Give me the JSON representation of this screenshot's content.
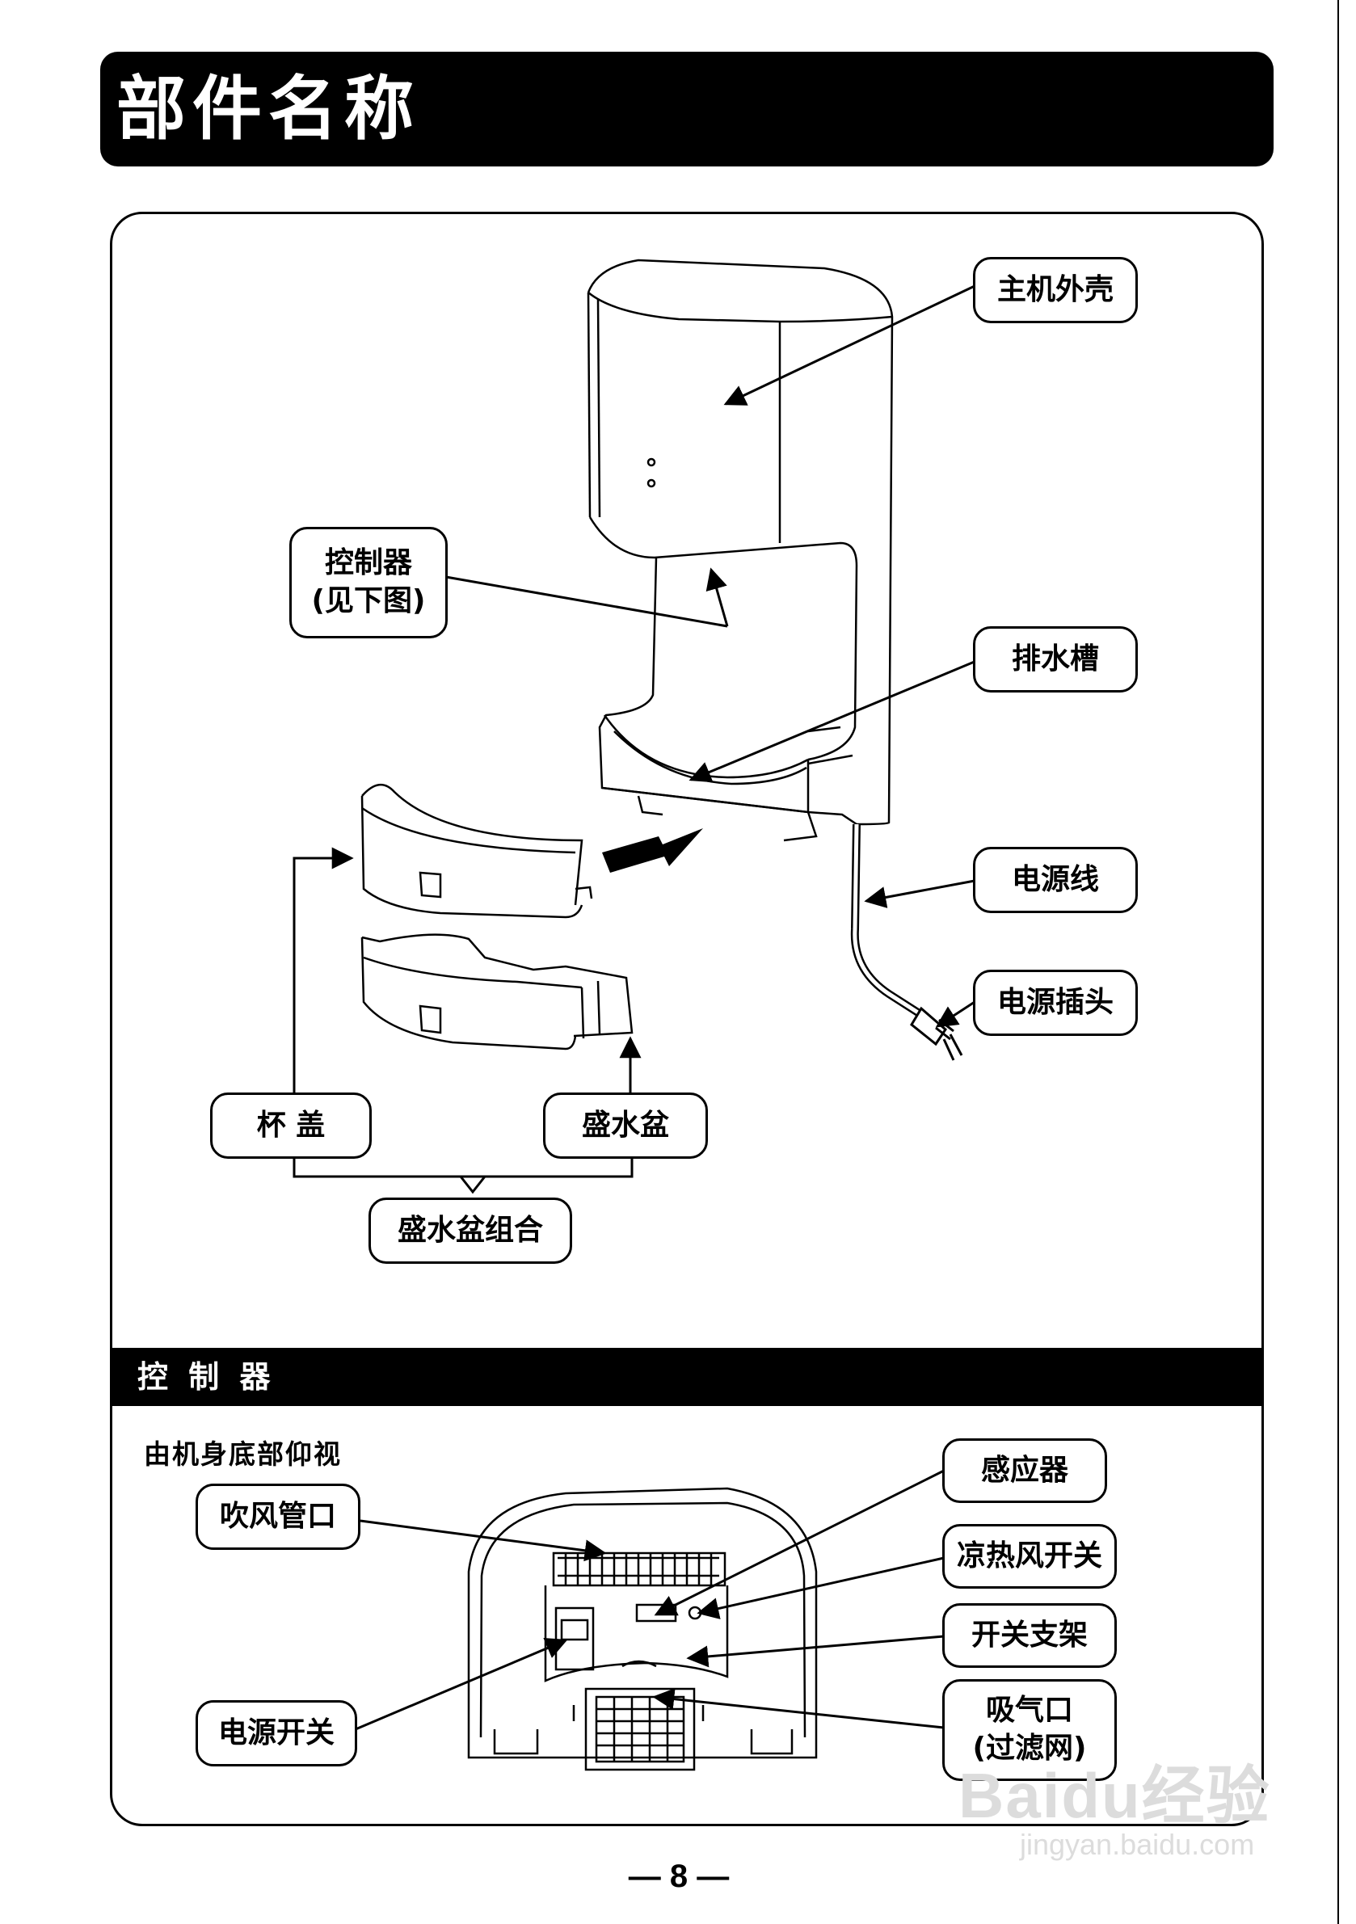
{
  "page": {
    "title": "部件名称",
    "page_number": "— 8 —"
  },
  "main_diagram": {
    "labels": {
      "housing": "主机外壳",
      "controller_line1": "控制器",
      "controller_line2": "(见下图)",
      "drain_channel": "排水槽",
      "power_cord": "电源线",
      "power_plug": "电源插头",
      "cup_lid": "杯 盖",
      "water_basin": "盛水盆",
      "basin_assembly": "盛水盆组合"
    }
  },
  "controller_section": {
    "heading": "控 制 器",
    "subtitle": "由机身底部仰视",
    "labels": {
      "blower_outlet": "吹风管口",
      "sensor": "感应器",
      "hot_cold_switch": "凉热风开关",
      "switch_bracket": "开关支架",
      "air_inlet_line1": "吸气口",
      "air_inlet_line2": "(过滤网)",
      "power_switch": "电源开关"
    }
  },
  "watermark": {
    "brand": "Baidu经验",
    "url": "jingyan.baidu.com"
  }
}
